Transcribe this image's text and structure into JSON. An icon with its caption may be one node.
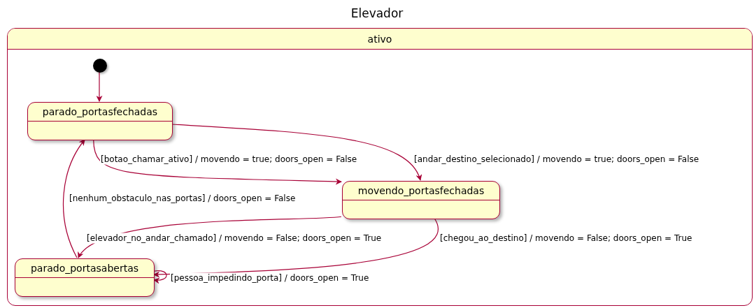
{
  "diagram": {
    "title": "Elevador",
    "nodes": [
      {
        "text": [
          "ativo"
        ]
      },
      {
        "text": [],
        "shape": "circle",
        "in": 0
      },
      {
        "text": [
          "parado_portasfechadas"
        ],
        "in": 0
      },
      {
        "text": [
          "movendo_portasfechadas"
        ],
        "in": 0
      },
      {
        "text": [
          "parado_portasabertas"
        ],
        "in": 0
      }
    ],
    "edges": [
      {
        "from": 1,
        "to": 2,
        "arrow": "to"
      },
      {
        "from": 2,
        "to": 3,
        "arrow": "to",
        "label": "[botao_chamar_ativo] / movendo = true; doors_open = False"
      },
      {
        "from": 2,
        "to": 3,
        "arrow": "to",
        "label": "[andar_destino_selecionado] / movendo = true; doors_open = False"
      },
      {
        "from": 4,
        "to": 2,
        "arrow": "to",
        "label": "[nenhum_obstaculo_nas_portas] / doors_open = False"
      },
      {
        "from": 3,
        "to": 4,
        "arrow": "to",
        "label": "[elevador_no_andar_chamado] / movendo = False; doors_open = True"
      },
      {
        "from": 3,
        "to": 4,
        "arrow": "to",
        "label": "[chegou_ao_destino] / movendo = False; doors_open = True"
      },
      {
        "from": 4,
        "to": 4,
        "arrow": "to",
        "label": "[pessoa_impedindo_porta] / doors_open = True"
      }
    ]
  }
}
